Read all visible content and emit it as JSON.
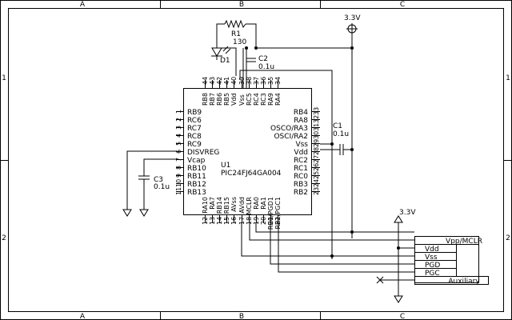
{
  "sheet": {
    "columns": [
      "A",
      "B",
      "C"
    ],
    "rows": [
      "1",
      "2"
    ]
  },
  "parts": {
    "r1": {
      "ref": "R1",
      "value": "130"
    },
    "d1": {
      "ref": "D1"
    },
    "c1": {
      "ref": "C1",
      "value": "0.1u"
    },
    "c2": {
      "ref": "C2",
      "value": "0.1u"
    },
    "c3": {
      "ref": "C3",
      "value": "0.1u"
    },
    "u1": {
      "ref": "U1",
      "part": "PIC24FJ64GA004"
    },
    "power_top": {
      "label": "3.3V"
    },
    "power_conn": {
      "label": "3.3V"
    }
  },
  "chip": {
    "top_pins": [
      {
        "num": "44",
        "name": "RB8"
      },
      {
        "num": "43",
        "name": "RB7"
      },
      {
        "num": "42",
        "name": "RB6"
      },
      {
        "num": "41",
        "name": "RB5"
      },
      {
        "num": "40",
        "name": "Vdd"
      },
      {
        "num": "39",
        "name": "Vss"
      },
      {
        "num": "38",
        "name": "RC5"
      },
      {
        "num": "37",
        "name": "RC4"
      },
      {
        "num": "36",
        "name": "RC3"
      },
      {
        "num": "35",
        "name": "RA9"
      },
      {
        "num": "34",
        "name": "RA4"
      }
    ],
    "left_pins": [
      {
        "num": "1",
        "name": "RB9"
      },
      {
        "num": "2",
        "name": "RC6"
      },
      {
        "num": "3",
        "name": "RC7"
      },
      {
        "num": "4",
        "name": "RC8"
      },
      {
        "num": "5",
        "name": "RC9"
      },
      {
        "num": "6",
        "name": "DISVREG"
      },
      {
        "num": "7",
        "name": "Vcap"
      },
      {
        "num": "8",
        "name": "RB10"
      },
      {
        "num": "9",
        "name": "RB11"
      },
      {
        "num": "10",
        "name": "RB12"
      },
      {
        "num": "11",
        "name": "RB13"
      }
    ],
    "right_pins": [
      {
        "num": "33",
        "name": "RB4"
      },
      {
        "num": "32",
        "name": "RA8"
      },
      {
        "num": "31",
        "name": "OSCO/RA3"
      },
      {
        "num": "30",
        "name": "OSCI/RA2"
      },
      {
        "num": "29",
        "name": "Vss"
      },
      {
        "num": "28",
        "name": "Vdd"
      },
      {
        "num": "27",
        "name": "RC2"
      },
      {
        "num": "26",
        "name": "RC1"
      },
      {
        "num": "25",
        "name": "RC0"
      },
      {
        "num": "24",
        "name": "RB3"
      },
      {
        "num": "23",
        "name": "RB2"
      }
    ],
    "bottom_pins": [
      {
        "num": "12",
        "name": "RA10"
      },
      {
        "num": "13",
        "name": "RA7"
      },
      {
        "num": "14",
        "name": "RB14"
      },
      {
        "num": "15",
        "name": "RB15"
      },
      {
        "num": "16",
        "name": "AVss"
      },
      {
        "num": "17",
        "name": "AVdd"
      },
      {
        "num": "18",
        "name": "MCLR"
      },
      {
        "num": "19",
        "name": "RA0"
      },
      {
        "num": "20",
        "name": "RA1"
      },
      {
        "num": "21",
        "name": "RB0/PGD1"
      },
      {
        "num": "22",
        "name": "RB1/PGC1"
      }
    ]
  },
  "connector": {
    "pins": [
      "Vpp/MCLR",
      "Vdd",
      "Vss",
      "PGD",
      "PGC",
      "Auxiliary"
    ]
  }
}
